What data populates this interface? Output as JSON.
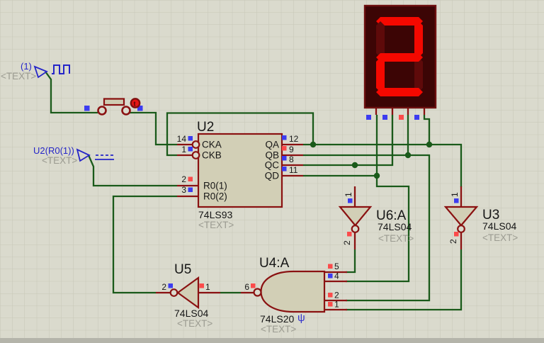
{
  "colors": {
    "canvas_bg": "#dadacd",
    "grid_line": "#c7c7b7",
    "wire_green": "#1a5a1a",
    "pin_red": "#8a1111",
    "body_fill": "#d2cfb6",
    "body_stroke": "#8a1111",
    "display_bg": "#3c0505",
    "display_border": "#6e1010",
    "seg_on": "#f50800",
    "seg_off": "#5e0a0a",
    "indicator_blue": "#3c3cf0",
    "indicator_red": "#fb4b4b",
    "text_blue": "#2525c8",
    "text_gray": "#9b9b91",
    "button_actuator": "#e51414"
  },
  "terminals": {
    "clock": {
      "label": "(1)",
      "placeholder": "<TEXT>"
    },
    "reset": {
      "label": "U2(R0(1))",
      "placeholder": "<TEXT>"
    }
  },
  "button": {
    "actuator_glyph": "t"
  },
  "components": {
    "u2": {
      "ref": "U2",
      "part": "74LS93",
      "placeholder": "<TEXT>",
      "pins_left": [
        {
          "num": "14",
          "name": "CKA"
        },
        {
          "num": "1",
          "name": "CKB"
        },
        {
          "num": "2",
          "name": "R0(1)"
        },
        {
          "num": "3",
          "name": "R0(2)"
        }
      ],
      "pins_right": [
        {
          "num": "12",
          "name": "QA"
        },
        {
          "num": "9",
          "name": "QB"
        },
        {
          "num": "8",
          "name": "QC"
        },
        {
          "num": "11",
          "name": "QD"
        }
      ]
    },
    "u6": {
      "ref": "U6:A",
      "part": "74LS04",
      "placeholder": "<TEXT>",
      "pin_in": "1",
      "pin_out": "2"
    },
    "u3": {
      "ref": "U3",
      "part": "74LS04",
      "placeholder": "<TEXT>",
      "pin_in": "1",
      "pin_out": "2"
    },
    "u5": {
      "ref": "U5",
      "part": "74LS04",
      "placeholder": "<TEXT>",
      "pin_in": "1",
      "pin_out": "2"
    },
    "u4": {
      "ref": "U4:A",
      "part": "74LS20",
      "placeholder": "<TEXT>",
      "pin_out": "6",
      "pins_in": [
        "5",
        "4",
        "2",
        "1"
      ],
      "symbol": "ψ"
    }
  },
  "display": {
    "digit": "2",
    "segments_on": [
      "a",
      "b",
      "d",
      "e",
      "g"
    ],
    "segments_off": [
      "c",
      "f"
    ]
  }
}
